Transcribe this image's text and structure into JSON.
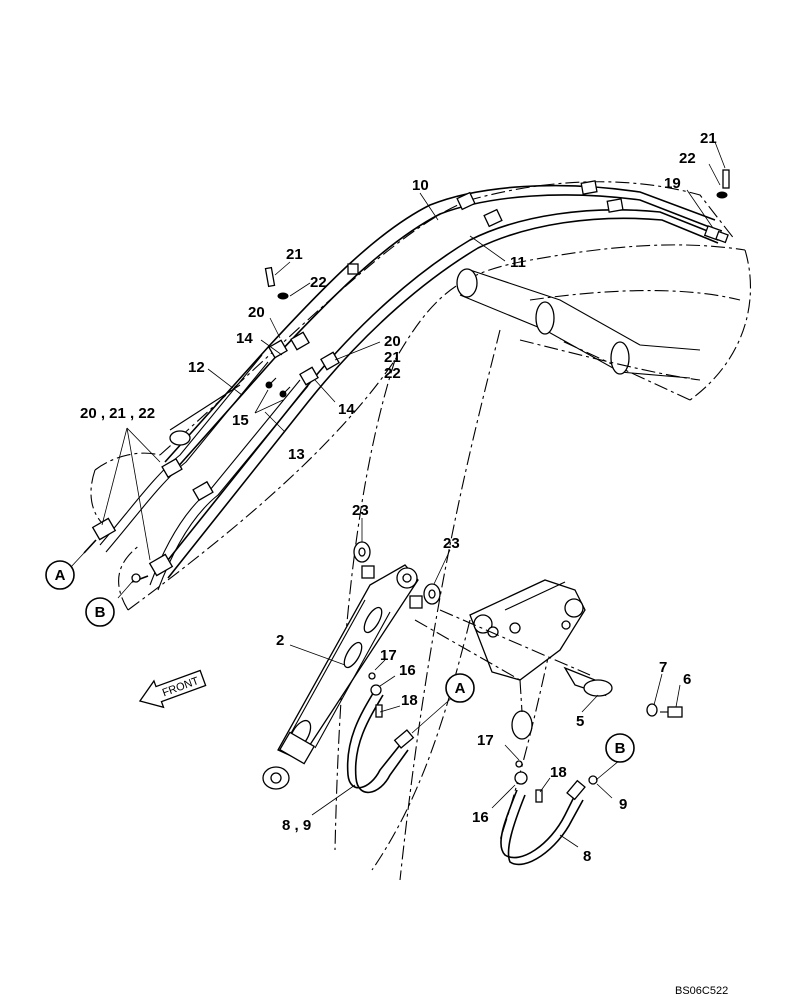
{
  "diagram": {
    "labels": {
      "l10": "10",
      "l11": "11",
      "l12": "12",
      "l13": "13",
      "l14a": "14",
      "l14b": "14",
      "l15": "15",
      "l19": "19",
      "l20a": "20",
      "l21a": "21",
      "l22a": "22",
      "l21top": "21",
      "l22top": "22",
      "l20b": "20",
      "l21b": "21",
      "l22b": "22",
      "l202122": "20 , 21 , 22",
      "l23a": "23",
      "l23b": "23",
      "l2": "2",
      "l17a": "17",
      "l16a": "16",
      "l18a": "18",
      "l89": "8 , 9",
      "l7": "7",
      "l6": "6",
      "l5": "5",
      "l17b": "17",
      "l18b": "18",
      "l16b": "16",
      "l9": "9",
      "l8": "8"
    },
    "callouts": {
      "a_left": "A",
      "b_left": "B",
      "a_mid": "A",
      "b_right": "B"
    },
    "front_arrow": "FRONT",
    "drawing_ref": "BS06C522"
  }
}
